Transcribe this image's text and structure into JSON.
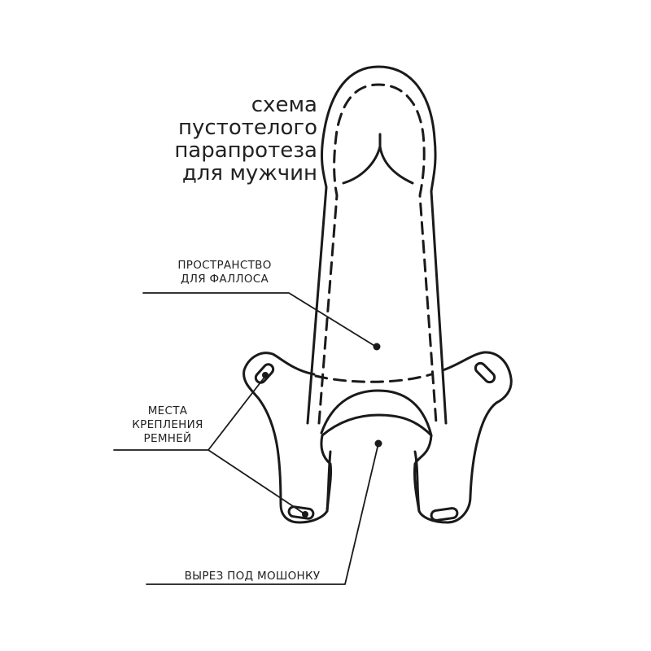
{
  "title": {
    "lines": [
      "схема",
      "пустотелого",
      "парапротеза",
      "для мужчин"
    ]
  },
  "labels": {
    "phallus_space": [
      "ПРОСТРАНСТВО",
      "ДЛЯ ФАЛЛОСА"
    ],
    "strap_points": [
      "МЕСТА",
      "КРЕПЛЕНИЯ",
      "РЕМНЕЙ"
    ],
    "scrotum_cutout": "ВЫРЕЗ ПОД МОШОНКУ"
  },
  "colors": {
    "stroke": "#1a1a1a",
    "text": "#222222",
    "background": "#ffffff"
  }
}
